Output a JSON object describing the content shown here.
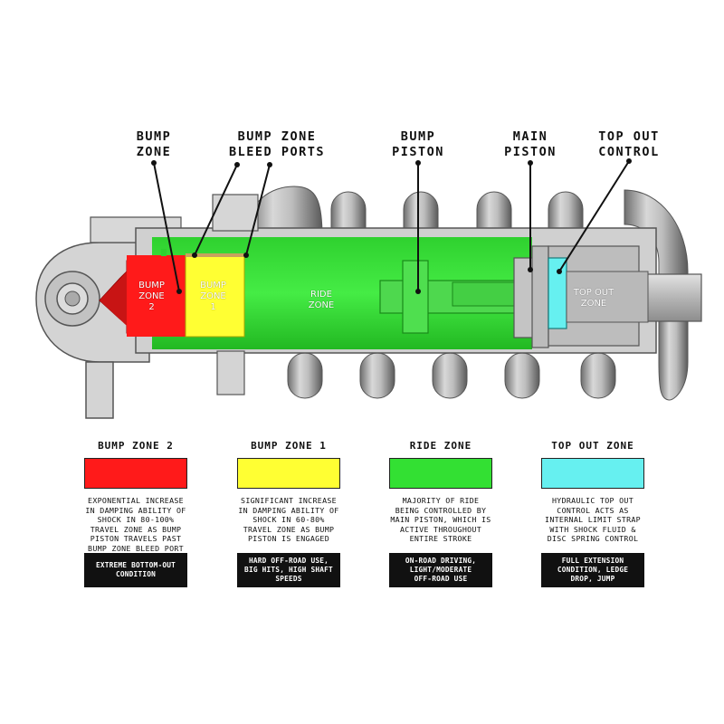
{
  "callouts": {
    "bump_zone": [
      "BUMP",
      "ZONE"
    ],
    "bleed_ports": [
      "BUMP ZONE",
      "BLEED PORTS"
    ],
    "bump_piston": [
      "BUMP",
      "PISTON"
    ],
    "main_piston": [
      "MAIN",
      "PISTON"
    ],
    "top_out_control": [
      "TOP OUT",
      "CONTROL"
    ]
  },
  "zone_labels": {
    "bump_zone_2": [
      "BUMP",
      "ZONE",
      "2"
    ],
    "bump_zone_1": [
      "BUMP",
      "ZONE",
      "1"
    ],
    "ride_zone": [
      "RIDE",
      "ZONE"
    ],
    "top_out_zone": [
      "TOP OUT",
      "ZONE"
    ]
  },
  "colors": {
    "bump_zone_2": "#ff1a1a",
    "bump_zone_1": "#ffff33",
    "ride_zone": "#33e033",
    "top_out_zone": "#66f0f0",
    "metal": "#cfcfcf",
    "metal_dark": "#8a8a8a"
  },
  "legend": [
    {
      "title": "BUMP ZONE 2",
      "color": "#ff1a1a",
      "description": [
        "EXPONENTIAL INCREASE",
        "IN DAMPING ABILITY OF",
        "SHOCK IN 80-100%",
        "TRAVEL ZONE AS BUMP",
        "PISTON TRAVELS PAST",
        "BUMP ZONE BLEED PORT"
      ],
      "usage": [
        "EXTREME BOTTOM-OUT",
        "CONDITION"
      ]
    },
    {
      "title": "BUMP ZONE 1",
      "color": "#ffff33",
      "description": [
        "SIGNIFICANT INCREASE",
        "IN DAMPING ABILITY OF",
        "SHOCK IN 60-80%",
        "TRAVEL ZONE AS BUMP",
        "PISTON IS ENGAGED"
      ],
      "usage": [
        "HARD OFF-ROAD USE,",
        "BIG HITS, HIGH SHAFT",
        "SPEEDS"
      ]
    },
    {
      "title": "RIDE ZONE",
      "color": "#33e033",
      "description": [
        "MAJORITY OF RIDE",
        "BEING CONTROLLED BY",
        "MAIN PISTON, WHICH IS",
        "ACTIVE THROUGHOUT",
        "ENTIRE STROKE"
      ],
      "usage": [
        "ON-ROAD DRIVING,",
        "LIGHT/MODERATE",
        "OFF-ROAD USE"
      ]
    },
    {
      "title": "TOP OUT ZONE",
      "color": "#66f0f0",
      "description": [
        "HYDRAULIC TOP OUT",
        "CONTROL ACTS AS",
        "INTERNAL LIMIT STRAP",
        "WITH SHOCK FLUID &",
        "DISC SPRING CONTROL"
      ],
      "usage": [
        "FULL EXTENSION",
        "CONDITION, LEDGE",
        "DROP, JUMP"
      ]
    }
  ]
}
